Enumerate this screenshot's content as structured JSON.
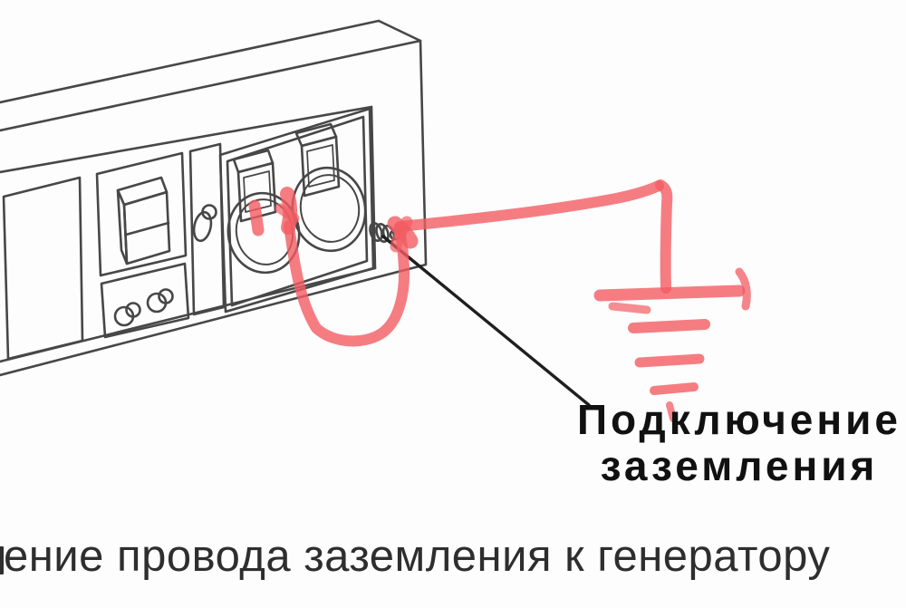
{
  "labels": {
    "ground_connection": {
      "line1": "Подключение",
      "line2": "заземления"
    },
    "bottom_caption": "ение провода заземления к генератору"
  },
  "colors": {
    "background": "#fdfdfd",
    "line_art": "#474747",
    "callout_line": "#1f1f1f",
    "marker_red": "#f25c63",
    "label_text": "#111111",
    "caption_text": "#2e2e2e"
  },
  "illustration": {
    "parts": [
      {
        "name": "generator-panel",
        "label": "generator control panel box"
      },
      {
        "name": "breaker-switch",
        "label": "rocker breaker switch"
      },
      {
        "name": "output-terminals",
        "label": "two round output terminals"
      },
      {
        "name": "key-slot",
        "label": "keyhole slot"
      },
      {
        "name": "power-outlets",
        "label": "two covered round power outlets"
      },
      {
        "name": "ground-bolt",
        "label": "ground terminal bolt"
      },
      {
        "name": "ground-wire-annotation",
        "label": "hand-drawn red ground wire"
      },
      {
        "name": "earth-symbol-annotation",
        "label": "hand-drawn red earth ground symbol"
      },
      {
        "name": "callout-line",
        "label": "pointer line from bolt to label"
      }
    ]
  }
}
